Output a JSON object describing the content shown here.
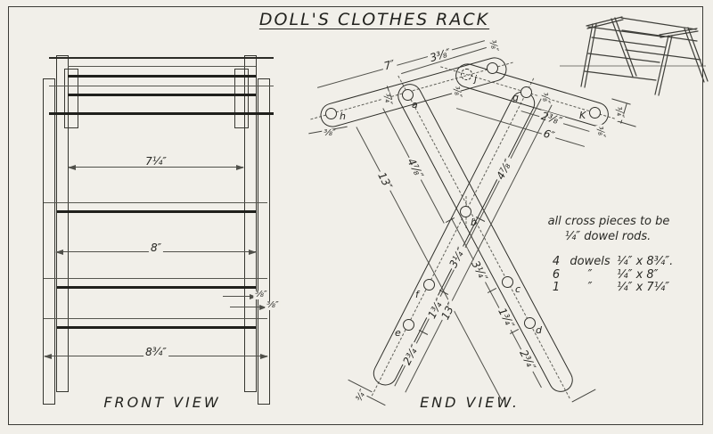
{
  "title": "DOLL'S CLOTHES RACK",
  "front_view": {
    "label": "FRONT VIEW",
    "dim_top_width": "7¼″",
    "dim_mid_width": "8″",
    "dim_bottom_width": "8¾″",
    "dim_post_a": "⅜″",
    "dim_post_b": "⅜″"
  },
  "end_view": {
    "label": "END VIEW.",
    "holes": {
      "h": "h",
      "a": "a",
      "j": "j",
      "g": "g",
      "k": "K",
      "b": "b",
      "f": "f",
      "e": "e",
      "c": "c",
      "d": "d"
    },
    "dims": {
      "bar1_length": "7″",
      "bar1_a_to_end": "3⅜″",
      "bar1_end_offset": "⅜″",
      "h_end_offset": "⅜″",
      "bar_width_at_a": "¾″",
      "j_edge_offset": "⅜″",
      "g_edge_offset": "⅜″",
      "g_to_k": "2⅜″",
      "bar2_length": "6″",
      "k_bar_width": "¾″",
      "k_end_offset": "⅜″",
      "leg2_a_to_b": "4⅞″",
      "leg2_length": "13″",
      "leg1_g_to_b": "4⅞″",
      "leg1_length": "13″",
      "leg1_b_to_f": "3¼″",
      "leg2_b_to_c": "3¼″",
      "leg1_f_to_e": "1¾″",
      "leg1_e_to_end": "2¾″",
      "leg2_c_to_d": "1¾″",
      "leg2_d_to_end": "2¾″",
      "foot_end": "¾″"
    }
  },
  "notes": {
    "line1": "all cross pieces to be",
    "line2": "¼″ dowel rods.",
    "rows": [
      {
        "qty": "4",
        "item": "dowels",
        "size": "¼″ x 8¾″."
      },
      {
        "qty": "6",
        "item": "″",
        "size": "¼″ x 8″"
      },
      {
        "qty": "1",
        "item": "″",
        "size": "¼″ x 7¼″"
      }
    ]
  }
}
